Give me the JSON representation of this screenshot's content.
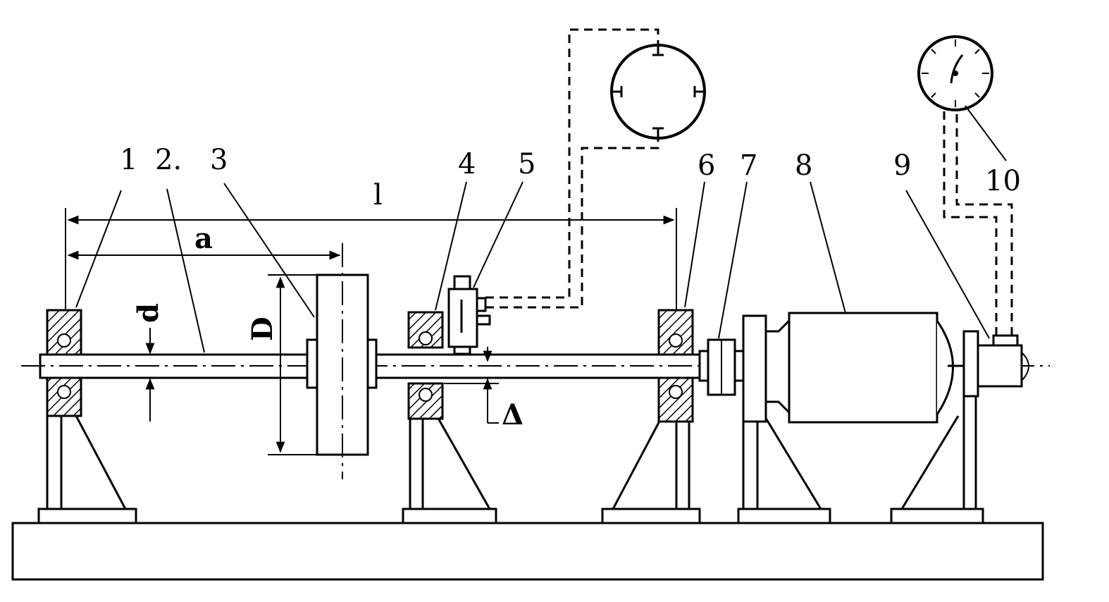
{
  "labels": {
    "n1": "1",
    "n2": "2.",
    "n3": "3",
    "n4": "4",
    "n5": "5",
    "n6": "6",
    "n7": "7",
    "n8": "8",
    "n9": "9",
    "n10": "10"
  },
  "dimensions": {
    "l": "l",
    "a": "a",
    "d": "d",
    "D": "D",
    "delta": "Δ"
  }
}
